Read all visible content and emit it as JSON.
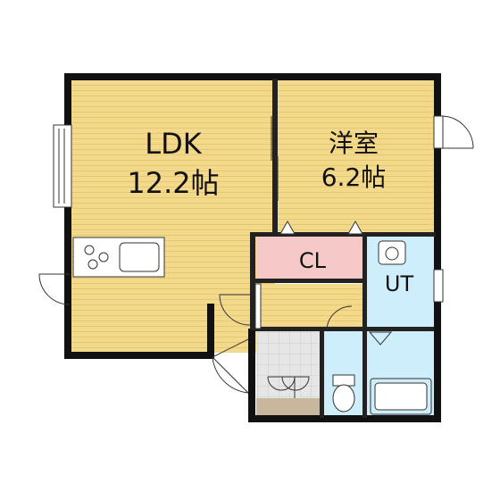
{
  "rooms": {
    "ldk": {
      "name": "LDK",
      "size": "12.2帖"
    },
    "western": {
      "name": "洋室",
      "size": "6.2帖"
    },
    "closet": {
      "name": "CL"
    },
    "utility": {
      "name": "UT"
    }
  },
  "colors": {
    "wood_floor": "#f3d98c",
    "wood_stripe": "#e8c86f",
    "closet": "#f6c9c9",
    "wet_area": "#cdeefa",
    "entrance_tile": "#e6e6e6",
    "entrance_step": "#c9b79d",
    "wall": "#111111",
    "outline": "#333333"
  }
}
